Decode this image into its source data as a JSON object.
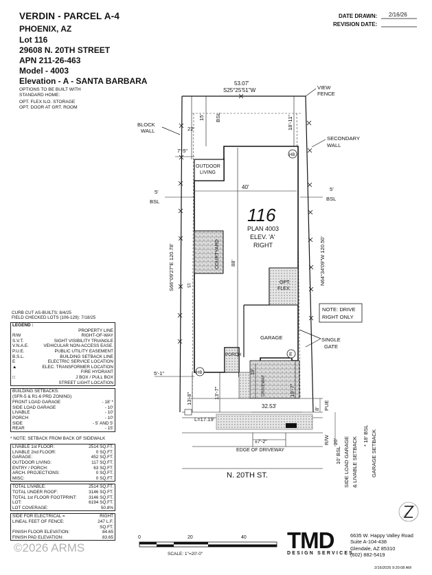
{
  "header": {
    "title": "VERDIN - PARCEL A-4",
    "city": "PHOENIX, AZ",
    "lot": "Lot  116",
    "address": "29608 N. 20TH STREET",
    "apn": "APN 211-26-463",
    "model": "Model - 4003",
    "elevation": "Elevation - A - SANTA BARBARA",
    "options_heading": "OPTIONS TO BE BUILT WITH",
    "options_heading2": "STANDARD HOME:",
    "option1": "OPT. FLEX ILO. STORAGE",
    "option2": "OPT. DOOR AT GRT. ROOM",
    "date_drawn_label": "DATE DRAWN:",
    "date_drawn_value": "2/16/26",
    "revision_label": "REVISION DATE:"
  },
  "plan": {
    "top_dim": "53.07'",
    "top_bearing": "S25°25'51\"W",
    "view_fence": "VIEW",
    "view_fence2": "FENCE",
    "block_wall": "BLOCK",
    "block_wall2": "WALL",
    "secondary_wall": "SECONDARY",
    "secondary_wall2": "WALL",
    "dim_22": "22'",
    "dim_15": "15'",
    "bsl": "BSL",
    "dim_18_11": "18'-11\"",
    "dim_7_5": "7'-5\"",
    "outdoor_living": "OUTDOOR",
    "outdoor_living2": "LIVING",
    "hb": "HB",
    "dim_40": "40'",
    "left_5": "5'",
    "left_bsl": "BSL",
    "right_5": "5'",
    "right_bsl": "BSL",
    "lot_number": "116",
    "plan_label": "PLAN 4003",
    "elev_label": "ELEV. 'A'",
    "orientation": "RIGHT",
    "courtyard": "COURTYARD",
    "left_bearing": "S66°09'27\"E 120.78'",
    "right_bearing": "N64°34'09\"W 120.50'",
    "dim_88": "88'",
    "opt_flex": "OPT.",
    "opt_flex2": "FLEX",
    "garage": "GARAGE",
    "e_mark": "E",
    "porch": "PORCH",
    "driveway": "DRIVEWAY",
    "dim_19": "19'",
    "dim_5_1": "5'-1\"",
    "dim_13_8": "13'-8\"",
    "dim_13_7": "13'-7\"",
    "dim_19_7": "19'-7\"",
    "dim_32_53": "32.53'",
    "dim_8": "8'",
    "pue": "PUE",
    "l_dim": "L=17.19'",
    "dim_7_2": "±7'-2\"",
    "edge_driveway": "EDGE OF DRIVEWAY",
    "dim_20": "20'",
    "rw": "R/W",
    "street": "N. 20TH ST.",
    "note1": "NOTE: DRIVE",
    "note2": "RIGHT ONLY",
    "single_gate": "SINGLE",
    "single_gate2": "GATE",
    "setback1": "10' BSL",
    "setback2a": "SIDE LOAD GARAGE",
    "setback2b": "& LIVABLE SETBACK",
    "setback3a": "* 18' BSL",
    "setback3b": "GARAGE SETBACK",
    "mark_15": "15"
  },
  "curb": {
    "line1": "CURB CUT AS-BUILTS: 8/4/25",
    "line2": "FIELD CHECKED LOTS (106-129): 7/18/25"
  },
  "legend": {
    "title": "LEGEND :",
    "rows": [
      {
        "k": "",
        "v": "PROPERTY LINE"
      },
      {
        "k": "R/W",
        "v": "RIGHT-OF-WAY"
      },
      {
        "k": "S.V.T.",
        "v": "SIGHT VISIBILITY TRIANGLE"
      },
      {
        "k": "V.N.A.E.",
        "v": "VEHICULAR NON-ACCESS EASE."
      },
      {
        "k": "P.U.E.",
        "v": "PUBLIC UTILITY EASEMENT"
      },
      {
        "k": "B.S.L.",
        "v": "BUILDING SETBACK LINE"
      },
      {
        "k": "E",
        "v": "ELECTRIC SERVICE LOCATION"
      },
      {
        "k": "▲",
        "v": "ELEC. TRANSFORMER LOCATION"
      },
      {
        "k": "",
        "v": "FIRE HYDRANT"
      },
      {
        "k": "□",
        "v": "J BOX / PULL BOX"
      },
      {
        "k": "",
        "v": "STREET LIGHT LOCATION"
      }
    ]
  },
  "setbacks": {
    "title": "BUILDING SETBACKS:",
    "subtitle": "(SFR-5 & R1-6 PRD ZONING)",
    "rows": [
      {
        "k": "FRONT LOAD GARAGE",
        "v": "- 18' *"
      },
      {
        "k": "SIDE LOAD GARAGE",
        "v": "- 10'"
      },
      {
        "k": "LIVABLE",
        "v": "- 10'"
      },
      {
        "k": "PORCH",
        "v": "- 10'"
      },
      {
        "k": "SIDE",
        "v": "- 5' AND 5'"
      },
      {
        "k": "REAR",
        "v": "- 15'"
      }
    ],
    "note": "* NOTE: SETBACK FROM BACK OF SIDEWALK"
  },
  "areas": {
    "rows": [
      {
        "k": "LIVABLE 1st FLOOR:",
        "v": "2514 SQ.FT."
      },
      {
        "k": "LIVABLE 2nd FLOOR:",
        "v": "0 SQ.FT."
      },
      {
        "k": "GARAGE:",
        "v": "452 SQ.FT."
      },
      {
        "k": "OUTDOOR LIVING:",
        "v": "117 SQ.FT."
      },
      {
        "k": "ENTRY / PORCH:",
        "v": "63 SQ.FT."
      },
      {
        "k": "ARCH. PROJECTIONS:",
        "v": "0 SQ.FT."
      },
      {
        "k": "MISC:",
        "v": "0 SQ.FT."
      }
    ]
  },
  "totals": {
    "rows": [
      {
        "k": "TOTAL LIVABLE:",
        "v": "2514 SQ.FT."
      },
      {
        "k": "TOTAL UNDER ROOF:",
        "v": "3146 SQ.FT."
      },
      {
        "k": "TOTAL 1st FLOOR FOOTPRINT:",
        "v": "3146 SQ.FT."
      },
      {
        "k": "LOT:",
        "v": "6194 SQ.FT."
      },
      {
        "k": "LOT COVERAGE:",
        "v": "50.8%"
      }
    ]
  },
  "electrical": {
    "rows": [
      {
        "k": "SIDE FOR ELECTRICAL =",
        "v": "RIGHT"
      },
      {
        "k": "LINEAL FEET OF FENCE:",
        "v": "247 L.F."
      },
      {
        "k": "",
        "v": "SQ.FT."
      },
      {
        "k": "FINISH FLOOR ELEVATION:",
        "v": "84.65"
      },
      {
        "k": "FINISH PAD ELEVATION:",
        "v": "83.65"
      }
    ]
  },
  "scale": {
    "t0": "0",
    "t20": "20",
    "t40": "40",
    "label": "SCALE:  1\"=20'-0\""
  },
  "company": {
    "logo": "TMD",
    "logo_sub": "DESIGN SERVICES",
    "addr1": "6635 W. Happy Valley Road",
    "addr2": "Suite A-104-438",
    "addr3": "Glendale, AZ 85310",
    "phone": "(602) 882-5419"
  },
  "footer": {
    "copyright": "©2026 ARMS",
    "timestamp": "2/16/2026 9:20:08 AM"
  }
}
